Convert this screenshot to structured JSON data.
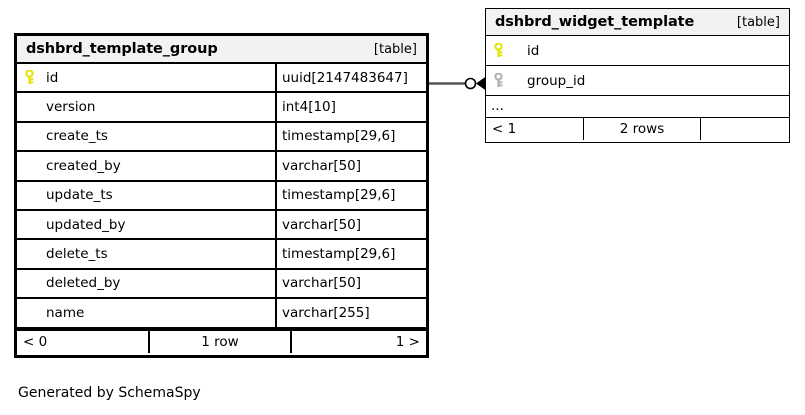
{
  "diagram": {
    "caption": "Generated by SchemaSpy",
    "background_color": "#ffffff",
    "line_color": "#000000"
  },
  "tables": [
    {
      "id": "dshbrd_template_group",
      "name": "dshbrd_template_group",
      "kind_label": "[table]",
      "header_background": "#f2f2f2",
      "columns": [
        {
          "name": "id",
          "type": "uuid[2147483647]",
          "key": "primary",
          "key_icon": "key-icon-yellow"
        },
        {
          "name": "version",
          "type": "int4[10]",
          "key": "none",
          "key_icon": ""
        },
        {
          "name": "create_ts",
          "type": "timestamp[29,6]",
          "key": "none",
          "key_icon": ""
        },
        {
          "name": "created_by",
          "type": "varchar[50]",
          "key": "none",
          "key_icon": ""
        },
        {
          "name": "update_ts",
          "type": "timestamp[29,6]",
          "key": "none",
          "key_icon": ""
        },
        {
          "name": "updated_by",
          "type": "varchar[50]",
          "key": "none",
          "key_icon": ""
        },
        {
          "name": "delete_ts",
          "type": "timestamp[29,6]",
          "key": "none",
          "key_icon": ""
        },
        {
          "name": "deleted_by",
          "type": "varchar[50]",
          "key": "none",
          "key_icon": ""
        },
        {
          "name": "name",
          "type": "varchar[255]",
          "key": "none",
          "key_icon": ""
        }
      ],
      "footer": {
        "parents": "< 0",
        "rows": "1 row",
        "children": "1 >"
      }
    },
    {
      "id": "dshbrd_widget_template",
      "name": "dshbrd_widget_template",
      "kind_label": "[table]",
      "header_background": "#f2f2f2",
      "columns": [
        {
          "name": "id",
          "type": "",
          "key": "primary",
          "key_icon": "key-icon-yellow"
        },
        {
          "name": "group_id",
          "type": "",
          "key": "foreign",
          "key_icon": "key-icon-gray"
        }
      ],
      "more_columns_indicator": "...",
      "footer": {
        "parents": "< 1",
        "rows": "2 rows",
        "children": ""
      }
    }
  ],
  "relationship": {
    "from_table": "dshbrd_template_group",
    "from_column": "id",
    "to_table": "dshbrd_widget_template",
    "to_column": "group_id",
    "notation": "crows-foot",
    "source_marker": "optional-circle",
    "target_marker": "crows-foot-arrow",
    "line_color": "#555555"
  }
}
